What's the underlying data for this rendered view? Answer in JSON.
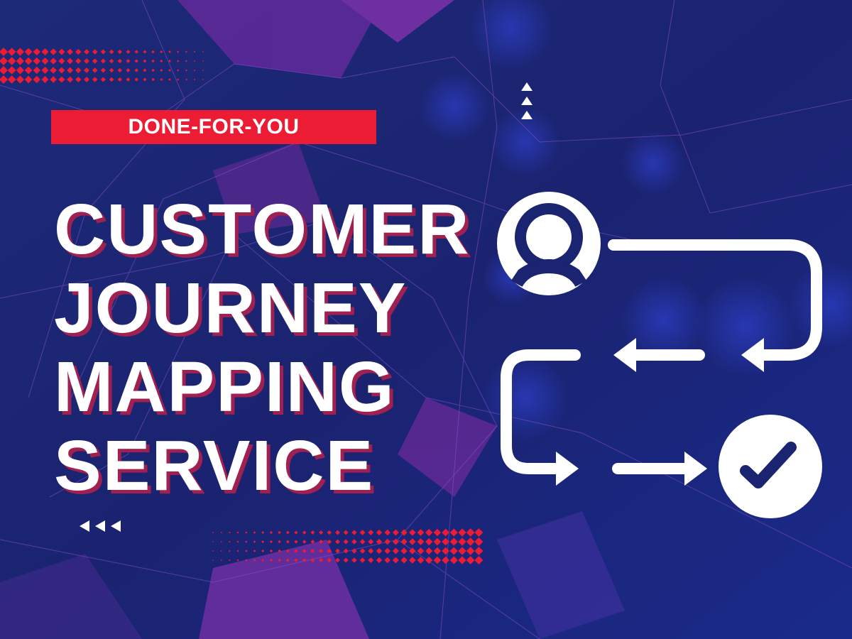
{
  "badge": {
    "label": "DONE-FOR-YOU"
  },
  "title": {
    "lines": [
      "CUSTOMER",
      "JOURNEY",
      "MAPPING",
      "SERVICE"
    ]
  },
  "icons": [
    "user-circle-icon",
    "check-circle-icon",
    "arrow-left-icon",
    "arrow-right-icon",
    "triangle-up-icon",
    "triangle-left-icon"
  ],
  "colors": {
    "background": "#1a2470",
    "accent": "#ec1c35",
    "purple": "#7a2fa8",
    "text": "#ffffff"
  }
}
